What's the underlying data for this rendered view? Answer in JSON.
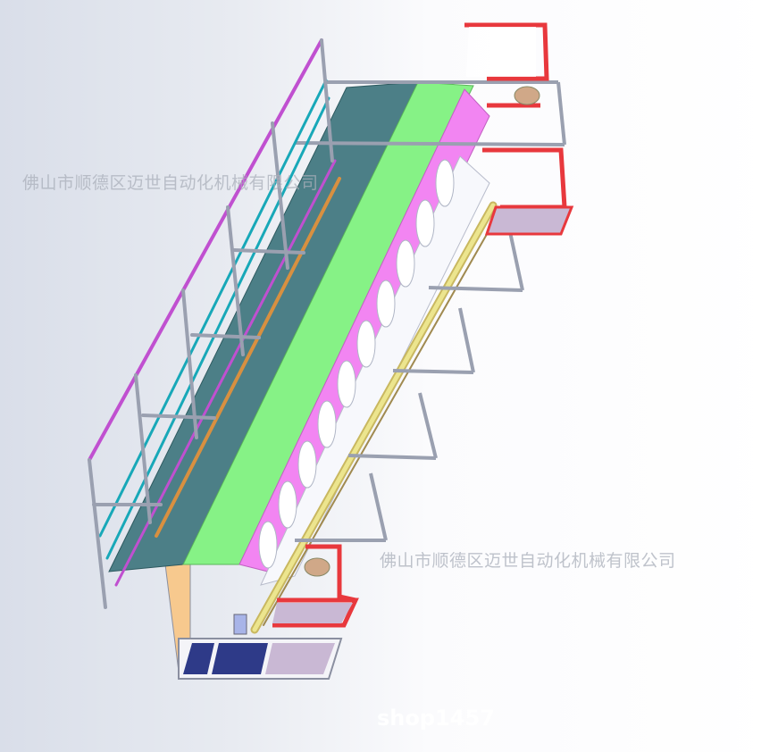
{
  "watermarks": {
    "company_top": "佛山市顺德区迈世自动化机械有限公司",
    "company_bottom": "佛山市顺德区迈世自动化机械有限公司",
    "shop": "shop1457"
  },
  "colors": {
    "belt": "#4c7f87",
    "green_panel": "#86f286",
    "pink_panel": "#f285f2",
    "frame_red": "#e8383d",
    "rail_yellow": "#e8e08a",
    "railing_magenta": "#c050d0",
    "railing_cyan": "#18a8b8",
    "box_navy": "#2e3a88",
    "box_lavender": "#c9b8d4",
    "box_peach": "#f7c98e"
  }
}
